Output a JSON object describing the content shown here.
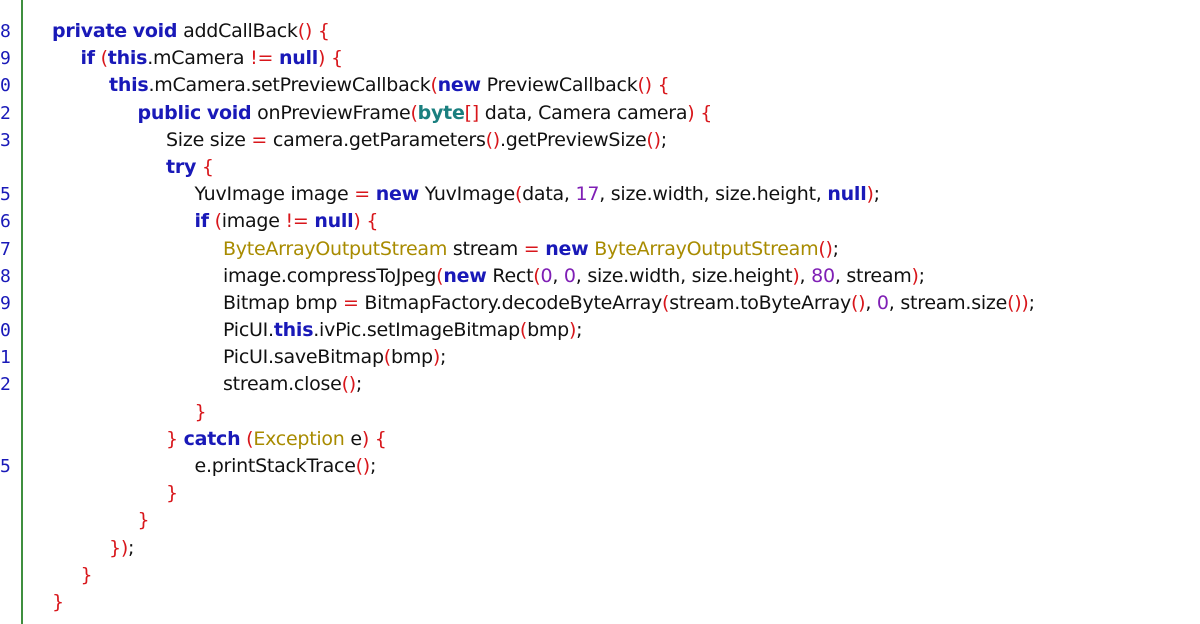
{
  "colors": {
    "keyword": "#1919b8",
    "type_keyword": "#1a7f7f",
    "punct": "#d8161b",
    "class_gold": "#a88b00",
    "number": "#7f1fb5",
    "default": "#111111",
    "lineno": "#1919b8",
    "gutter_line": "#3f8f3f"
  },
  "lines": [
    {
      "no": "8",
      "indent": 0,
      "tokens": [
        {
          "t": "private",
          "c": "keyword"
        },
        {
          "t": " ",
          "c": "default"
        },
        {
          "t": "void",
          "c": "keyword"
        },
        {
          "t": " addCallBack",
          "c": "default"
        },
        {
          "t": "()",
          "c": "punct"
        },
        {
          "t": " ",
          "c": "default"
        },
        {
          "t": "{",
          "c": "punct"
        }
      ]
    },
    {
      "no": "9",
      "indent": 1,
      "tokens": [
        {
          "t": "if",
          "c": "keyword"
        },
        {
          "t": " ",
          "c": "default"
        },
        {
          "t": "(",
          "c": "punct"
        },
        {
          "t": "this",
          "c": "keyword"
        },
        {
          "t": ".mCamera ",
          "c": "default"
        },
        {
          "t": "!=",
          "c": "punct"
        },
        {
          "t": " ",
          "c": "default"
        },
        {
          "t": "null",
          "c": "keyword"
        },
        {
          "t": ")",
          "c": "punct"
        },
        {
          "t": " ",
          "c": "default"
        },
        {
          "t": "{",
          "c": "punct"
        }
      ]
    },
    {
      "no": "0",
      "indent": 2,
      "tokens": [
        {
          "t": "this",
          "c": "keyword"
        },
        {
          "t": ".mCamera.setPreviewCallback",
          "c": "default"
        },
        {
          "t": "(",
          "c": "punct"
        },
        {
          "t": "new",
          "c": "keyword"
        },
        {
          "t": " PreviewCallback",
          "c": "default"
        },
        {
          "t": "()",
          "c": "punct"
        },
        {
          "t": " ",
          "c": "default"
        },
        {
          "t": "{",
          "c": "punct"
        }
      ]
    },
    {
      "no": "2",
      "indent": 3,
      "tokens": [
        {
          "t": "public",
          "c": "keyword"
        },
        {
          "t": " ",
          "c": "default"
        },
        {
          "t": "void",
          "c": "keyword"
        },
        {
          "t": " onPreviewFrame",
          "c": "default"
        },
        {
          "t": "(",
          "c": "punct"
        },
        {
          "t": "byte",
          "c": "type_keyword"
        },
        {
          "t": "[]",
          "c": "punct"
        },
        {
          "t": " data, Camera camera",
          "c": "default"
        },
        {
          "t": ")",
          "c": "punct"
        },
        {
          "t": " ",
          "c": "default"
        },
        {
          "t": "{",
          "c": "punct"
        }
      ]
    },
    {
      "no": "3",
      "indent": 4,
      "tokens": [
        {
          "t": "Size size ",
          "c": "default"
        },
        {
          "t": "=",
          "c": "punct"
        },
        {
          "t": " camera.getParameters",
          "c": "default"
        },
        {
          "t": "()",
          "c": "punct"
        },
        {
          "t": ".getPreviewSize",
          "c": "default"
        },
        {
          "t": "()",
          "c": "punct"
        },
        {
          "t": ";",
          "c": "default"
        }
      ]
    },
    {
      "no": "",
      "indent": 4,
      "tokens": [
        {
          "t": "try",
          "c": "keyword"
        },
        {
          "t": " ",
          "c": "default"
        },
        {
          "t": "{",
          "c": "punct"
        }
      ]
    },
    {
      "no": "5",
      "indent": 5,
      "tokens": [
        {
          "t": "YuvImage image ",
          "c": "default"
        },
        {
          "t": "=",
          "c": "punct"
        },
        {
          "t": " ",
          "c": "default"
        },
        {
          "t": "new",
          "c": "keyword"
        },
        {
          "t": " YuvImage",
          "c": "default"
        },
        {
          "t": "(",
          "c": "punct"
        },
        {
          "t": "data, ",
          "c": "default"
        },
        {
          "t": "17",
          "c": "number"
        },
        {
          "t": ", size.width, size.height, ",
          "c": "default"
        },
        {
          "t": "null",
          "c": "keyword"
        },
        {
          "t": ")",
          "c": "punct"
        },
        {
          "t": ";",
          "c": "default"
        }
      ]
    },
    {
      "no": "6",
      "indent": 5,
      "tokens": [
        {
          "t": "if",
          "c": "keyword"
        },
        {
          "t": " ",
          "c": "default"
        },
        {
          "t": "(",
          "c": "punct"
        },
        {
          "t": "image ",
          "c": "default"
        },
        {
          "t": "!=",
          "c": "punct"
        },
        {
          "t": " ",
          "c": "default"
        },
        {
          "t": "null",
          "c": "keyword"
        },
        {
          "t": ")",
          "c": "punct"
        },
        {
          "t": " ",
          "c": "default"
        },
        {
          "t": "{",
          "c": "punct"
        }
      ]
    },
    {
      "no": "7",
      "indent": 6,
      "tokens": [
        {
          "t": "ByteArrayOutputStream",
          "c": "class_gold"
        },
        {
          "t": " stream ",
          "c": "default"
        },
        {
          "t": "=",
          "c": "punct"
        },
        {
          "t": " ",
          "c": "default"
        },
        {
          "t": "new",
          "c": "keyword"
        },
        {
          "t": " ",
          "c": "default"
        },
        {
          "t": "ByteArrayOutputStream",
          "c": "class_gold"
        },
        {
          "t": "()",
          "c": "punct"
        },
        {
          "t": ";",
          "c": "default"
        }
      ]
    },
    {
      "no": "8",
      "indent": 6,
      "tokens": [
        {
          "t": "image.compressToJpeg",
          "c": "default"
        },
        {
          "t": "(",
          "c": "punct"
        },
        {
          "t": "new",
          "c": "keyword"
        },
        {
          "t": " Rect",
          "c": "default"
        },
        {
          "t": "(",
          "c": "punct"
        },
        {
          "t": "0",
          "c": "number"
        },
        {
          "t": ", ",
          "c": "default"
        },
        {
          "t": "0",
          "c": "number"
        },
        {
          "t": ", size.width, size.height",
          "c": "default"
        },
        {
          "t": ")",
          "c": "punct"
        },
        {
          "t": ", ",
          "c": "default"
        },
        {
          "t": "80",
          "c": "number"
        },
        {
          "t": ", stream",
          "c": "default"
        },
        {
          "t": ")",
          "c": "punct"
        },
        {
          "t": ";",
          "c": "default"
        }
      ]
    },
    {
      "no": "9",
      "indent": 6,
      "tokens": [
        {
          "t": "Bitmap bmp ",
          "c": "default"
        },
        {
          "t": "=",
          "c": "punct"
        },
        {
          "t": " BitmapFactory.decodeByteArray",
          "c": "default"
        },
        {
          "t": "(",
          "c": "punct"
        },
        {
          "t": "stream.toByteArray",
          "c": "default"
        },
        {
          "t": "()",
          "c": "punct"
        },
        {
          "t": ", ",
          "c": "default"
        },
        {
          "t": "0",
          "c": "number"
        },
        {
          "t": ", stream.size",
          "c": "default"
        },
        {
          "t": "())",
          "c": "punct"
        },
        {
          "t": ";",
          "c": "default"
        }
      ]
    },
    {
      "no": "0",
      "indent": 6,
      "tokens": [
        {
          "t": "PicUI.",
          "c": "default"
        },
        {
          "t": "this",
          "c": "keyword"
        },
        {
          "t": ".ivPic.setImageBitmap",
          "c": "default"
        },
        {
          "t": "(",
          "c": "punct"
        },
        {
          "t": "bmp",
          "c": "default"
        },
        {
          "t": ")",
          "c": "punct"
        },
        {
          "t": ";",
          "c": "default"
        }
      ]
    },
    {
      "no": "1",
      "indent": 6,
      "tokens": [
        {
          "t": "PicUI.saveBitmap",
          "c": "default"
        },
        {
          "t": "(",
          "c": "punct"
        },
        {
          "t": "bmp",
          "c": "default"
        },
        {
          "t": ")",
          "c": "punct"
        },
        {
          "t": ";",
          "c": "default"
        }
      ]
    },
    {
      "no": "2",
      "indent": 6,
      "tokens": [
        {
          "t": "stream.close",
          "c": "default"
        },
        {
          "t": "()",
          "c": "punct"
        },
        {
          "t": ";",
          "c": "default"
        }
      ]
    },
    {
      "no": "",
      "indent": 5,
      "tokens": [
        {
          "t": "}",
          "c": "punct"
        }
      ]
    },
    {
      "no": "",
      "indent": 4,
      "tokens": [
        {
          "t": "}",
          "c": "punct"
        },
        {
          "t": " ",
          "c": "default"
        },
        {
          "t": "catch",
          "c": "keyword"
        },
        {
          "t": " ",
          "c": "default"
        },
        {
          "t": "(",
          "c": "punct"
        },
        {
          "t": "Exception",
          "c": "class_gold"
        },
        {
          "t": " e",
          "c": "default"
        },
        {
          "t": ")",
          "c": "punct"
        },
        {
          "t": " ",
          "c": "default"
        },
        {
          "t": "{",
          "c": "punct"
        }
      ]
    },
    {
      "no": "5",
      "indent": 5,
      "tokens": [
        {
          "t": "e.printStackTrace",
          "c": "default"
        },
        {
          "t": "()",
          "c": "punct"
        },
        {
          "t": ";",
          "c": "default"
        }
      ]
    },
    {
      "no": "",
      "indent": 4,
      "tokens": [
        {
          "t": "}",
          "c": "punct"
        }
      ]
    },
    {
      "no": "",
      "indent": 3,
      "tokens": [
        {
          "t": "}",
          "c": "punct"
        }
      ]
    },
    {
      "no": "",
      "indent": 2,
      "tokens": [
        {
          "t": "})",
          "c": "punct"
        },
        {
          "t": ";",
          "c": "default"
        }
      ]
    },
    {
      "no": "",
      "indent": 1,
      "tokens": [
        {
          "t": "}",
          "c": "punct"
        }
      ]
    },
    {
      "no": "",
      "indent": 0,
      "tokens": [
        {
          "t": "}",
          "c": "punct"
        }
      ]
    }
  ]
}
